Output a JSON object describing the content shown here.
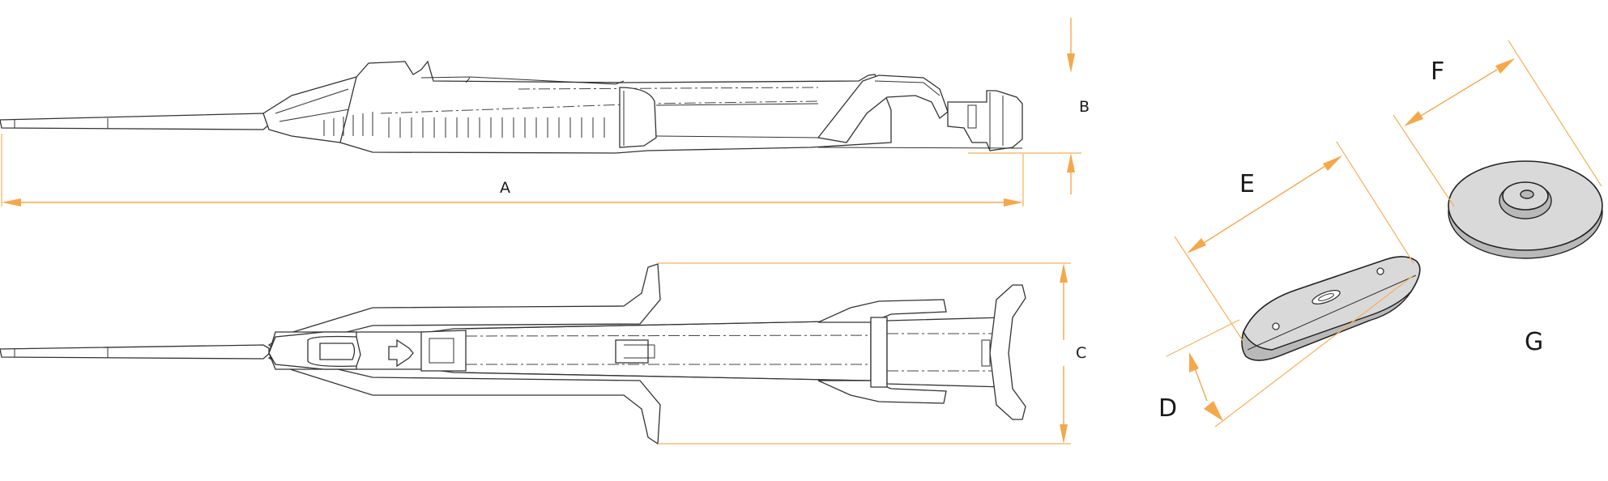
{
  "dimensions": {
    "A": "A",
    "B": "B",
    "C": "C",
    "D": "D",
    "E": "E",
    "F": "F",
    "G": "G"
  },
  "colors": {
    "dimension_accent": "#f5a84a",
    "outline": "#333333",
    "component_fill": "#d9d9d9"
  }
}
